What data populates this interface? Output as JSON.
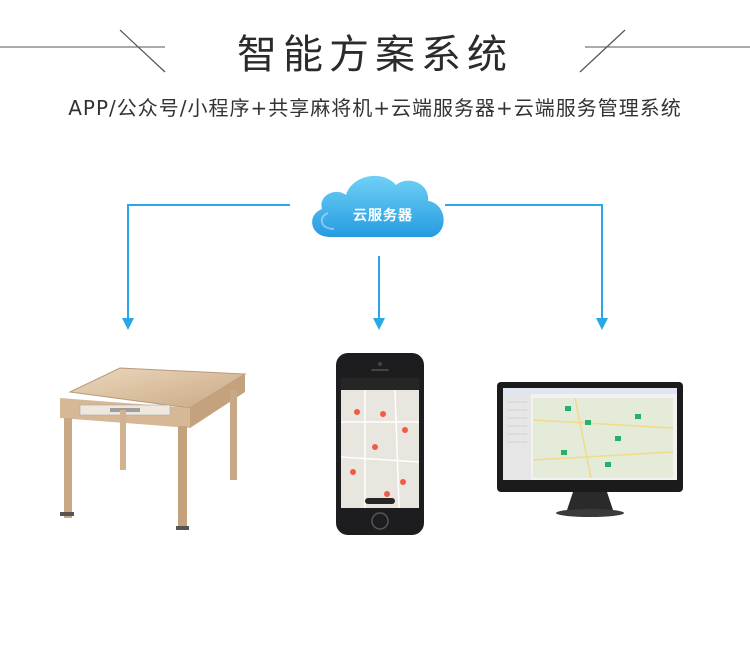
{
  "header": {
    "title": "智能方案系统",
    "subtitle": "APP/公众号/小程序+共享麻将机+云端服务器+云端服务管理系统"
  },
  "cloud": {
    "label": "云服务器"
  },
  "colors": {
    "accent_blue": "#29a8e8",
    "cloud_light": "#5fc7f4",
    "cloud_dark": "#2a9fe0",
    "table_gold": "#d9bfa0"
  },
  "icons": {
    "cloud": "cloud-icon",
    "table": "mahjong-table-icon",
    "phone": "smartphone-icon",
    "monitor": "desktop-monitor-icon"
  }
}
